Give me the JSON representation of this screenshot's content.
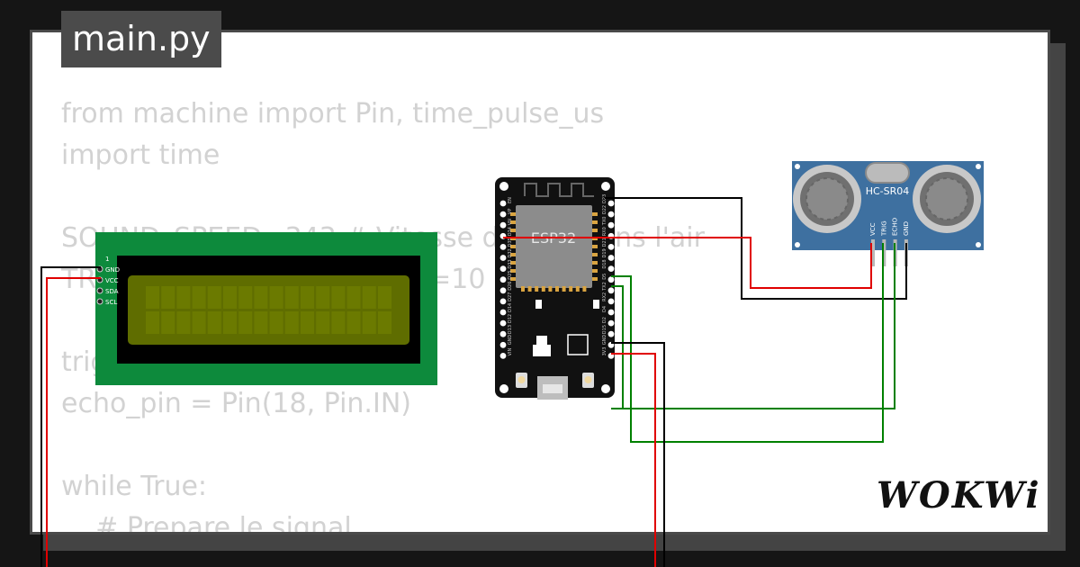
{
  "editor": {
    "file_tab": "main.py",
    "code_lines": [
      "from machine import Pin, time_pulse_us",
      "import time",
      "",
      "SOUND_SPEED=343 # Vitesse du son dans l'air",
      "TRIG_PULSE_DURATION_US=10",
      "",
      "trig_pin = Pin(5, Pin.OUT)",
      "echo_pin = Pin(18, Pin.IN)",
      "",
      "while True:",
      "    # Prepare le signal"
    ]
  },
  "lcd": {
    "pin_labels": [
      "1",
      "GND",
      "VCC",
      "SDA",
      "SCL"
    ]
  },
  "esp32": {
    "label": "ESP32",
    "left_pins": [
      "EN",
      "VP",
      "VN",
      "D34",
      "D35",
      "D32",
      "D33",
      "D25",
      "D26",
      "D27",
      "D14",
      "D12",
      "D13",
      "GND",
      "VIN"
    ],
    "right_pins": [
      "D23",
      "D22",
      "TX0",
      "RX0",
      "D21",
      "D19",
      "D18",
      "D5",
      "TX2",
      "RX2",
      "D4",
      "D2",
      "D15",
      "GND",
      "3V3"
    ]
  },
  "sensor": {
    "label": "HC-SR04",
    "pin_labels": [
      "VCC",
      "TRIG",
      "ECHO",
      "GND"
    ]
  },
  "wire_colors": {
    "power": "#e00000",
    "ground": "#000000",
    "signal": "#008000"
  },
  "brand": {
    "logo_text": "WOKWi"
  }
}
